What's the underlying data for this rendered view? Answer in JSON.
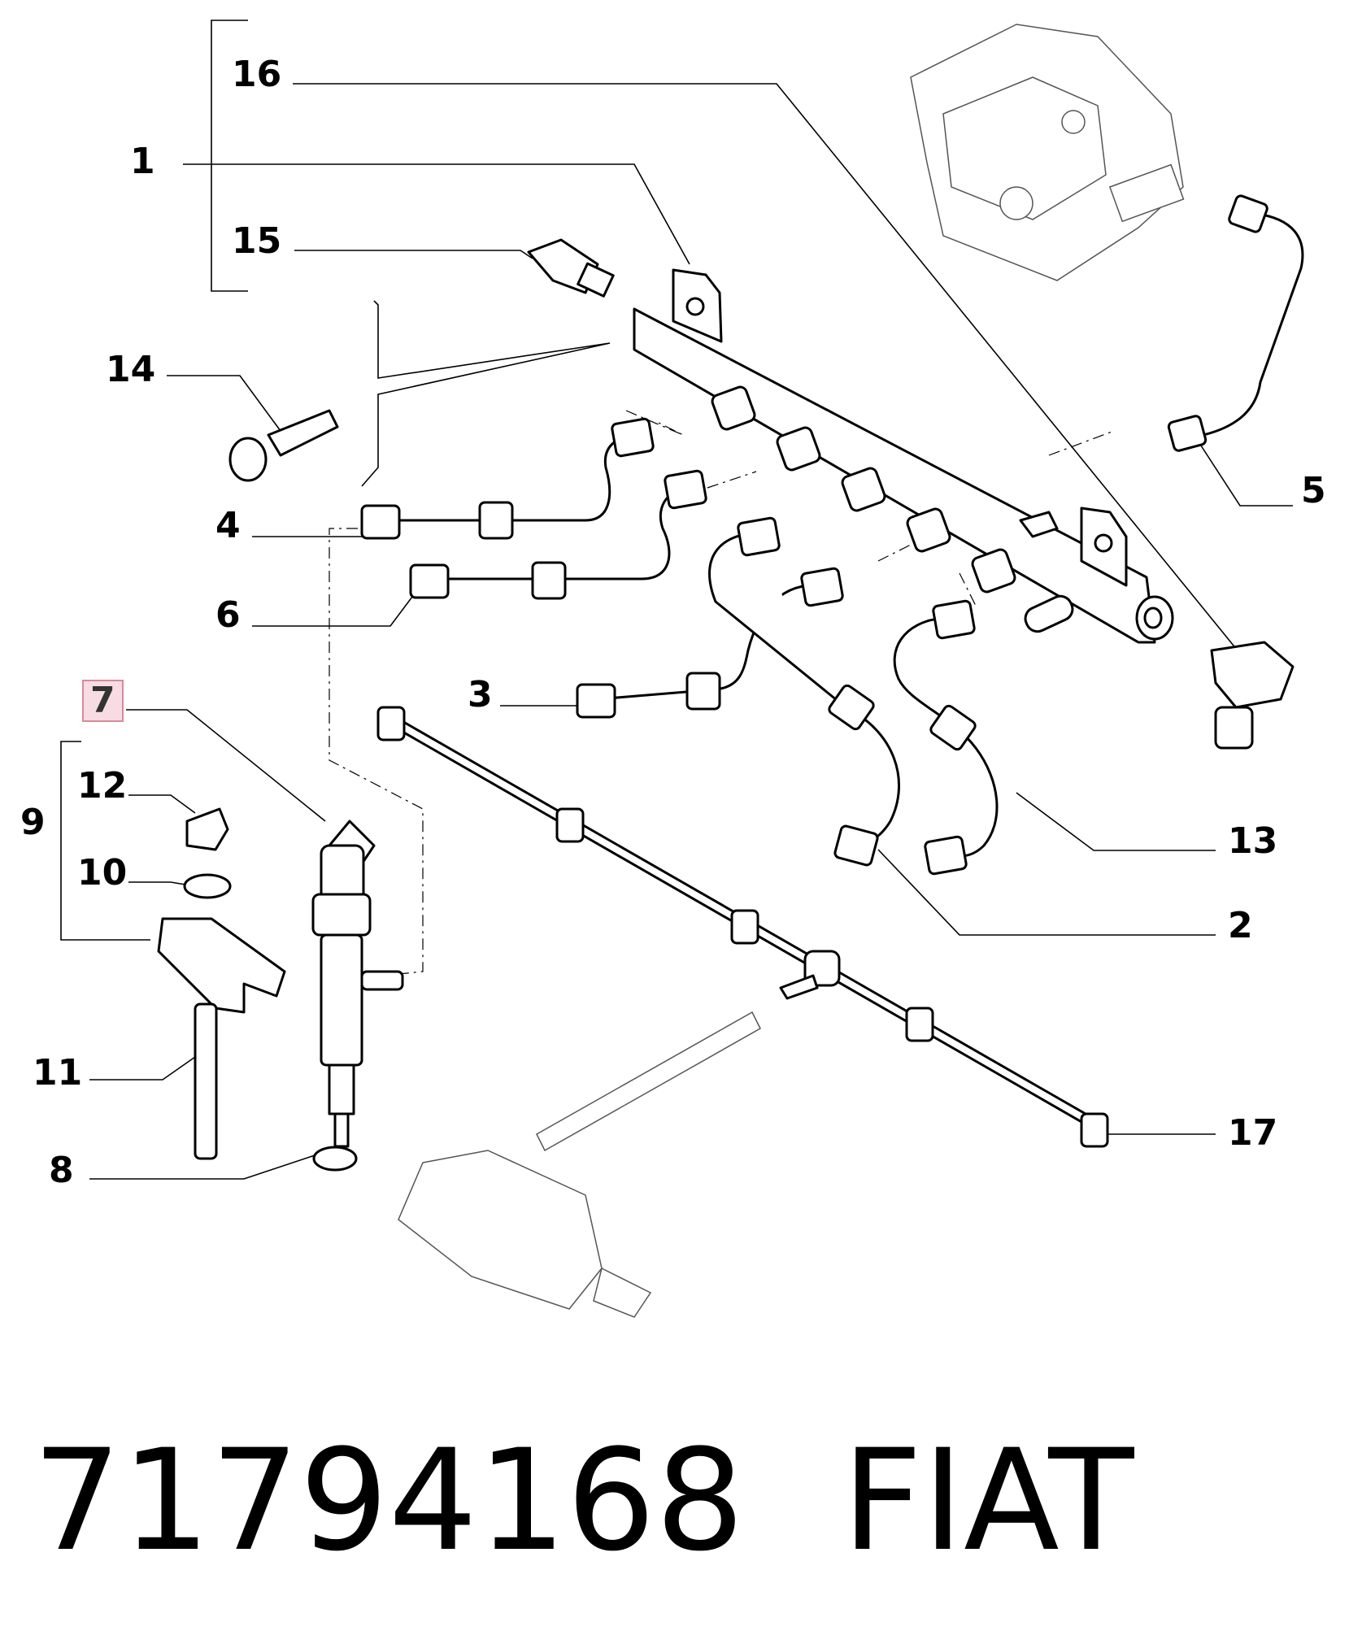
{
  "callouts": {
    "c1": "1",
    "c2": "2",
    "c3": "3",
    "c4": "4",
    "c5": "5",
    "c6": "6",
    "c7": "7",
    "c8": "8",
    "c9": "9",
    "c10": "10",
    "c11": "11",
    "c12": "12",
    "c13": "13",
    "c14": "14",
    "c15": "15",
    "c16": "16",
    "c17": "17"
  },
  "highlighted_callout": "7",
  "caption": {
    "part_number": "71794168",
    "brand": "FIAT"
  },
  "colors": {
    "highlight_fill": "#f7dde3",
    "highlight_border": "#d98a9a",
    "line": "#000000"
  }
}
